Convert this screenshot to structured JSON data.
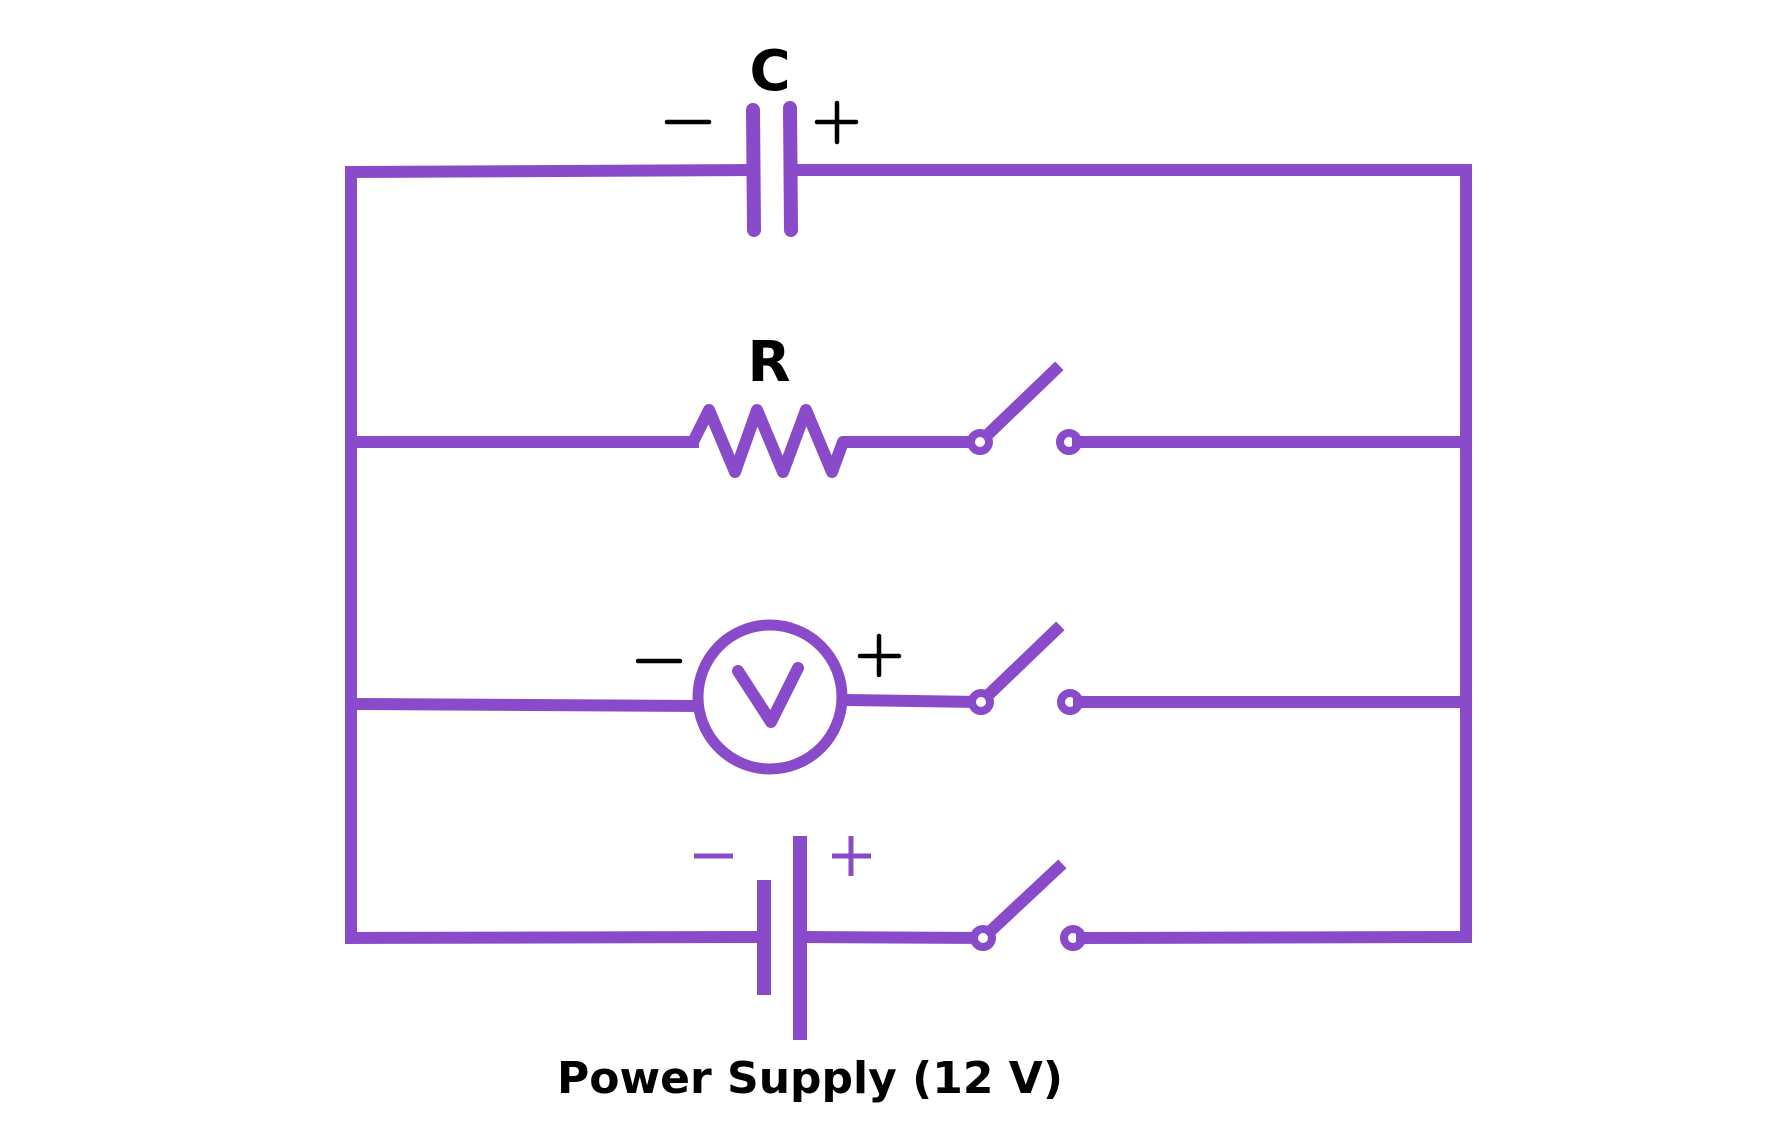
{
  "diagram": {
    "type": "circuit-schematic",
    "wire_color": "#8a4bca",
    "text_color": "#000000",
    "background": "#ffffff",
    "components": {
      "capacitor": {
        "label": "C",
        "negative_sign": "−",
        "positive_sign": "+"
      },
      "resistor": {
        "label": "R"
      },
      "voltmeter": {
        "symbol": "V",
        "negative_sign": "−",
        "positive_sign": "+"
      },
      "power_supply": {
        "label": "Power Supply (12 V)",
        "negative_sign": "−",
        "positive_sign": "+",
        "voltage": "12 V"
      }
    },
    "switches": [
      {
        "branch": "resistor",
        "state": "open"
      },
      {
        "branch": "voltmeter",
        "state": "open"
      },
      {
        "branch": "power_supply",
        "state": "open"
      }
    ]
  }
}
